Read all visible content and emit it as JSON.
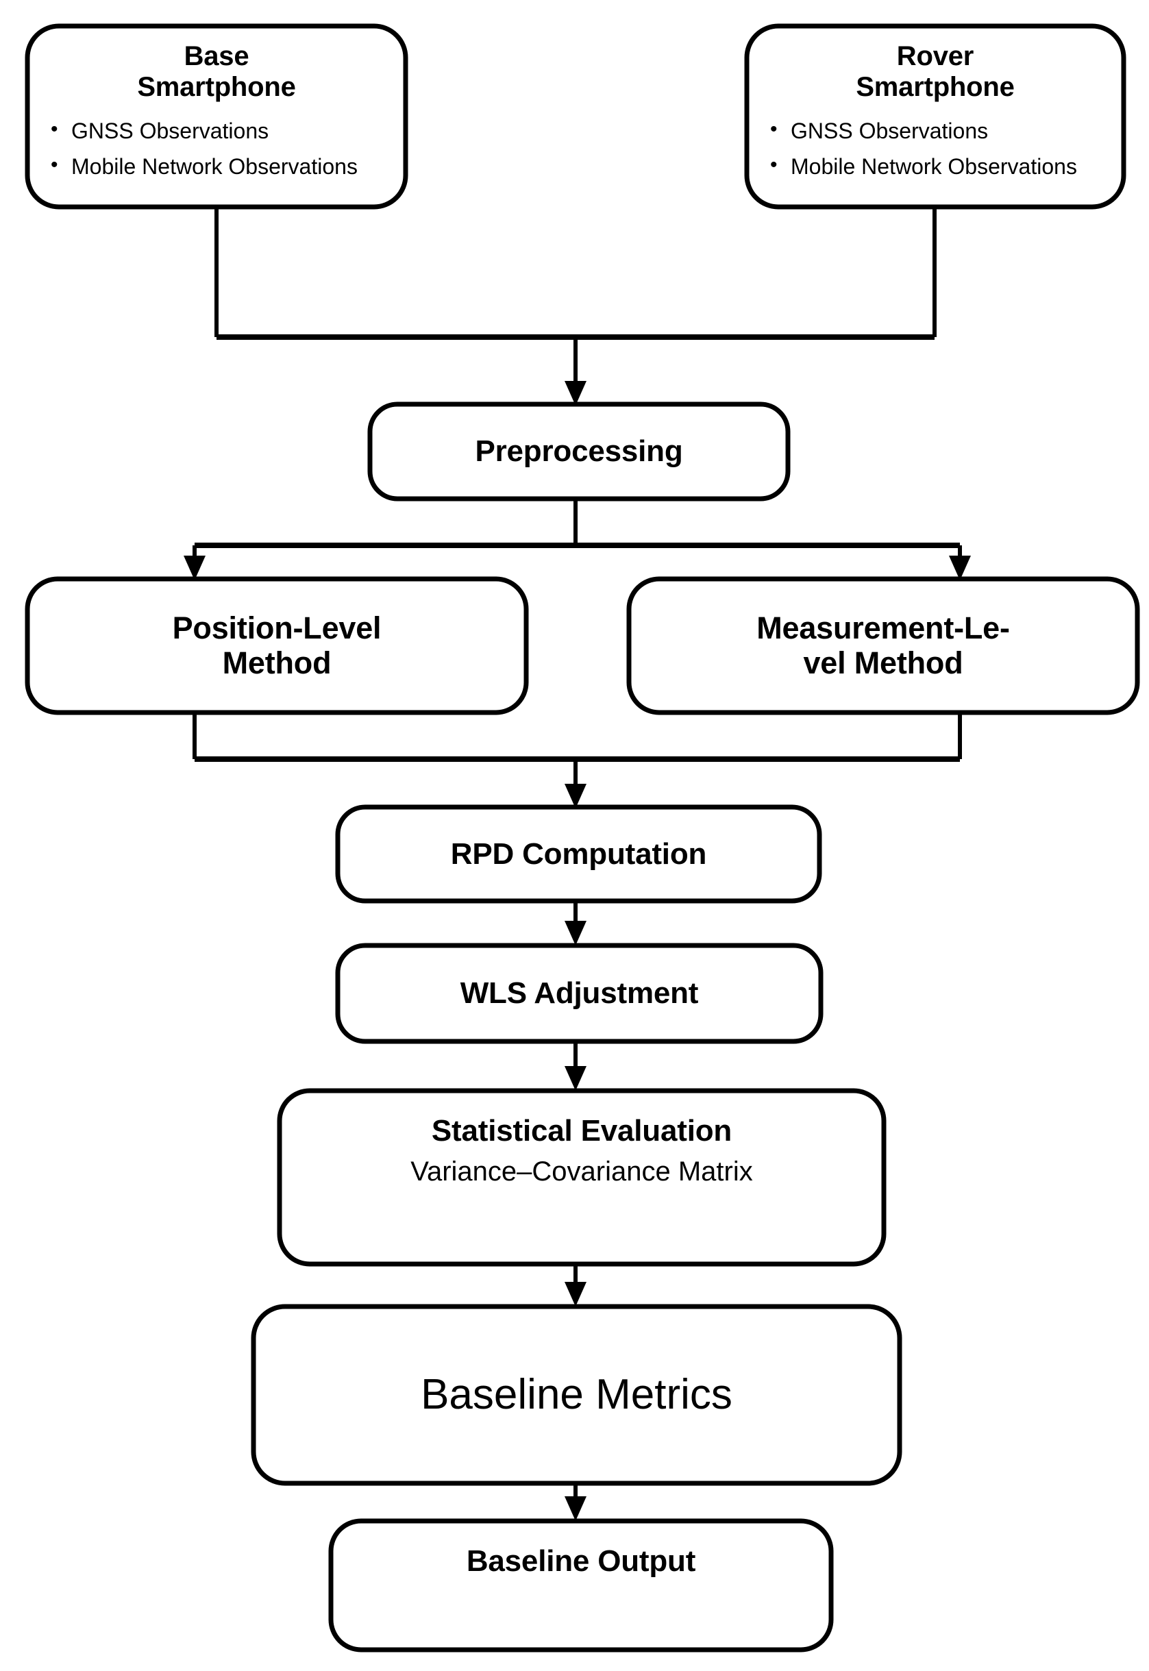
{
  "diagram": {
    "type": "flowchart",
    "orientation": "top-to-bottom",
    "background_color": "#ffffff",
    "stroke_color": "#000000",
    "nodes": {
      "base_smartphone": {
        "title_line1": "Base",
        "title_line2": "Smartphone",
        "bullets": [
          "GNSS Observations",
          "Mobile Network Observations"
        ]
      },
      "rover_smartphone": {
        "title_line1": "Rover",
        "title_line2": "Smartphone",
        "bullets": [
          "GNSS Observations",
          "Mobile Network Observations"
        ]
      },
      "preprocessing": {
        "title": "Preprocessing"
      },
      "position_level_method": {
        "title_line1": "Position-Level",
        "title_line2": "Method"
      },
      "measurement_level_method": {
        "title_line1": "Measurement-Le-",
        "title_line2": "vel Method"
      },
      "rpd_computation": {
        "title": "RPD Computation"
      },
      "wls_adjustment": {
        "title": "WLS Adjustment"
      },
      "statistical_evaluation": {
        "title": "Statistical Evaluation",
        "subtitle": "Variance–Covariance Matrix"
      },
      "baseline_metrics": {
        "title": "Baseline Metrics"
      },
      "baseline_output": {
        "title": "Baseline Output"
      }
    },
    "edges": [
      {
        "from": "base_smartphone",
        "to": "preprocessing",
        "style": "merge-arrow"
      },
      {
        "from": "rover_smartphone",
        "to": "preprocessing",
        "style": "merge-arrow"
      },
      {
        "from": "preprocessing",
        "to": "position_level_method",
        "style": "split-arrow"
      },
      {
        "from": "preprocessing",
        "to": "measurement_level_method",
        "style": "split-arrow"
      },
      {
        "from": "position_level_method",
        "to": "rpd_computation",
        "style": "merge-arrow"
      },
      {
        "from": "measurement_level_method",
        "to": "rpd_computation",
        "style": "merge-arrow"
      },
      {
        "from": "rpd_computation",
        "to": "wls_adjustment",
        "style": "arrow"
      },
      {
        "from": "wls_adjustment",
        "to": "statistical_evaluation",
        "style": "arrow"
      },
      {
        "from": "statistical_evaluation",
        "to": "baseline_metrics",
        "style": "arrow"
      },
      {
        "from": "baseline_metrics",
        "to": "baseline_output",
        "style": "arrow"
      }
    ]
  }
}
